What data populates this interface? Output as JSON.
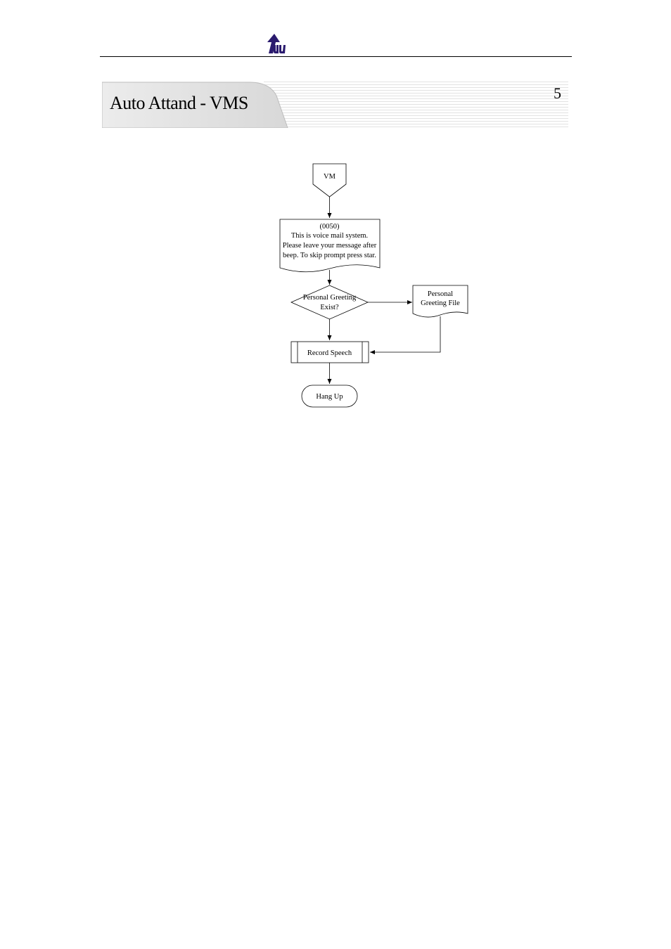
{
  "header": {
    "logo_icon": "company-logo-icon",
    "brand_color": "#2a1a6e"
  },
  "banner": {
    "title": "Auto Attand - VMS"
  },
  "page_number": "5",
  "flowchart": {
    "start": "VM",
    "prompt": {
      "lines": [
        "(0050)",
        "This is voice mail system.",
        "Please leave your message after",
        "beep. To skip prompt press star."
      ]
    },
    "decision": {
      "lines": [
        "Personal Greeting",
        "Exist?"
      ]
    },
    "greeting_file": {
      "lines": [
        "Personal",
        "Greeting File"
      ]
    },
    "record": "Record Speech",
    "end": "Hang Up"
  }
}
